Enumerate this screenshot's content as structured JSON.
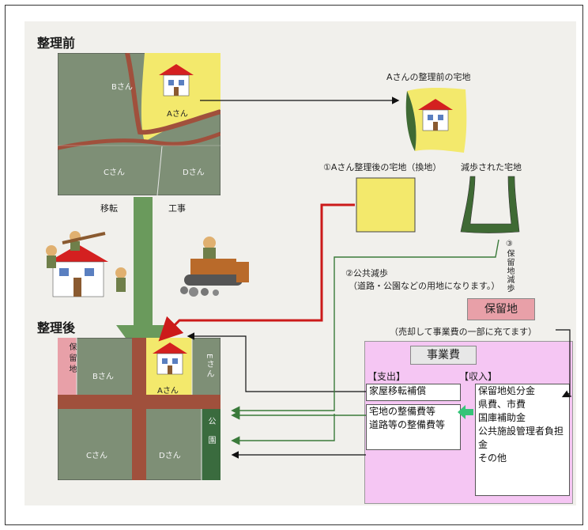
{
  "before": {
    "heading": "整理前",
    "owners": {
      "b": "Bさん",
      "a": "Aさん",
      "c": "Cさん",
      "d": "Dさん"
    },
    "captions": {
      "move": "移転",
      "construction": "工事"
    }
  },
  "right": {
    "a_before_label": "Aさんの整理前の宅地",
    "a_after_label": "①Aさん整理後の宅地（換地）",
    "reduced_label": "減歩された宅地",
    "public_reduction": "②公共減歩",
    "public_reduction_note": "（道路・公園などの用地になります。）",
    "reserve_reduction": "③保留地減歩"
  },
  "after": {
    "heading": "整理後",
    "owners": {
      "b": "Bさん",
      "a": "Aさん",
      "c": "Cさん",
      "d": "Dさん",
      "e": "Eさん"
    },
    "reserve": "保留地",
    "park": "公園"
  },
  "finance": {
    "reserve_title": "保留地",
    "reserve_note": "（売却して事業費の一部に充てます）",
    "title": "事業費",
    "expense_header": "【支出】",
    "income_header": "【収入】",
    "expenses": [
      "家屋移転補償",
      "宅地の整備費等",
      "道路等の整備費等"
    ],
    "incomes": [
      "保留地処分金",
      "県費、市費",
      "国庫補助金",
      "公共施設管理者負担金",
      "その他"
    ]
  },
  "colors": {
    "field": "#7e8f76",
    "yellow": "#f3e96c",
    "road": "#a0503c",
    "green_arrow": "#6a9a5c",
    "red_arrow": "#cc1a1a",
    "pink": "#f5c6f3",
    "reserve_box": "#e8a0a8"
  }
}
